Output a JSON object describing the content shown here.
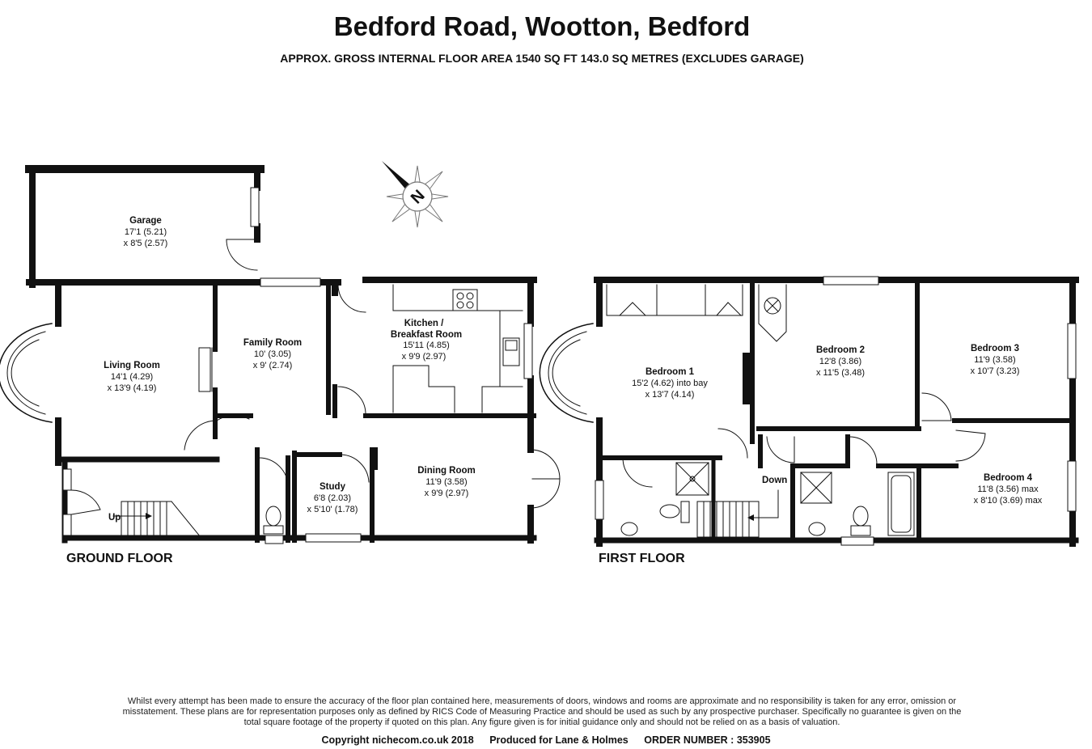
{
  "header": {
    "title": "Bedford Road, Wootton, Bedford",
    "subtitle": "APPROX. GROSS INTERNAL FLOOR AREA 1540 SQ FT 143.0 SQ METRES (EXCLUDES GARAGE)"
  },
  "compass": {
    "letter": "N"
  },
  "ground_floor": {
    "label": "GROUND FLOOR",
    "stairs_label": "Up",
    "rooms": [
      {
        "name": "Garage",
        "dims": [
          "17'1 (5.21)",
          "x 8'5 (2.57)"
        ]
      },
      {
        "name": "Living Room",
        "dims": [
          "14'1 (4.29)",
          "x 13'9 (4.19)"
        ]
      },
      {
        "name": "Family Room",
        "dims": [
          "10' (3.05)",
          "x 9' (2.74)"
        ]
      },
      {
        "name": "Kitchen /",
        "name2": "Breakfast Room",
        "dims": [
          "15'11 (4.85)",
          "x 9'9 (2.97)"
        ]
      },
      {
        "name": "Study",
        "dims": [
          "6'8 (2.03)",
          "x 5'10' (1.78)"
        ]
      },
      {
        "name": "Dining Room",
        "dims": [
          "11'9 (3.58)",
          "x 9'9 (2.97)"
        ]
      }
    ]
  },
  "first_floor": {
    "label": "FIRST FLOOR",
    "stairs_label": "Down",
    "rooms": [
      {
        "name": "Bedroom 1",
        "dims": [
          "15'2 (4.62) into bay",
          "x 13'7 (4.14)"
        ]
      },
      {
        "name": "Bedroom 2",
        "dims": [
          "12'8 (3.86)",
          "x 11'5 (3.48)"
        ]
      },
      {
        "name": "Bedroom 3",
        "dims": [
          "11'9 (3.58)",
          "x 10'7 (3.23)"
        ]
      },
      {
        "name": "Bedroom 4",
        "dims": [
          "11'8 (3.56) max",
          "x 8'10 (3.69) max"
        ]
      }
    ]
  },
  "disclaimer": "Whilst every attempt has been made to ensure the accuracy of the floor plan contained here, measurements of doors, windows and rooms are approximate and no responsibility is taken for any error, omission or misstatement. These plans are for representation purposes only as defined by RICS Code of Measuring Practice and should be used as such by any prospective purchaser. Specifically no guarantee is given on the total square footage of the property if quoted on this plan. Any figure given is for initial guidance only and should not be relied on as a basis of valuation.",
  "footer": {
    "copyright": "Copyright nichecom.co.uk 2018",
    "produced_for": "Produced for Lane & Holmes",
    "order_number": "ORDER NUMBER : 353905"
  },
  "colors": {
    "wall": "#111111",
    "fixture": "#555555",
    "background": "#ffffff"
  }
}
